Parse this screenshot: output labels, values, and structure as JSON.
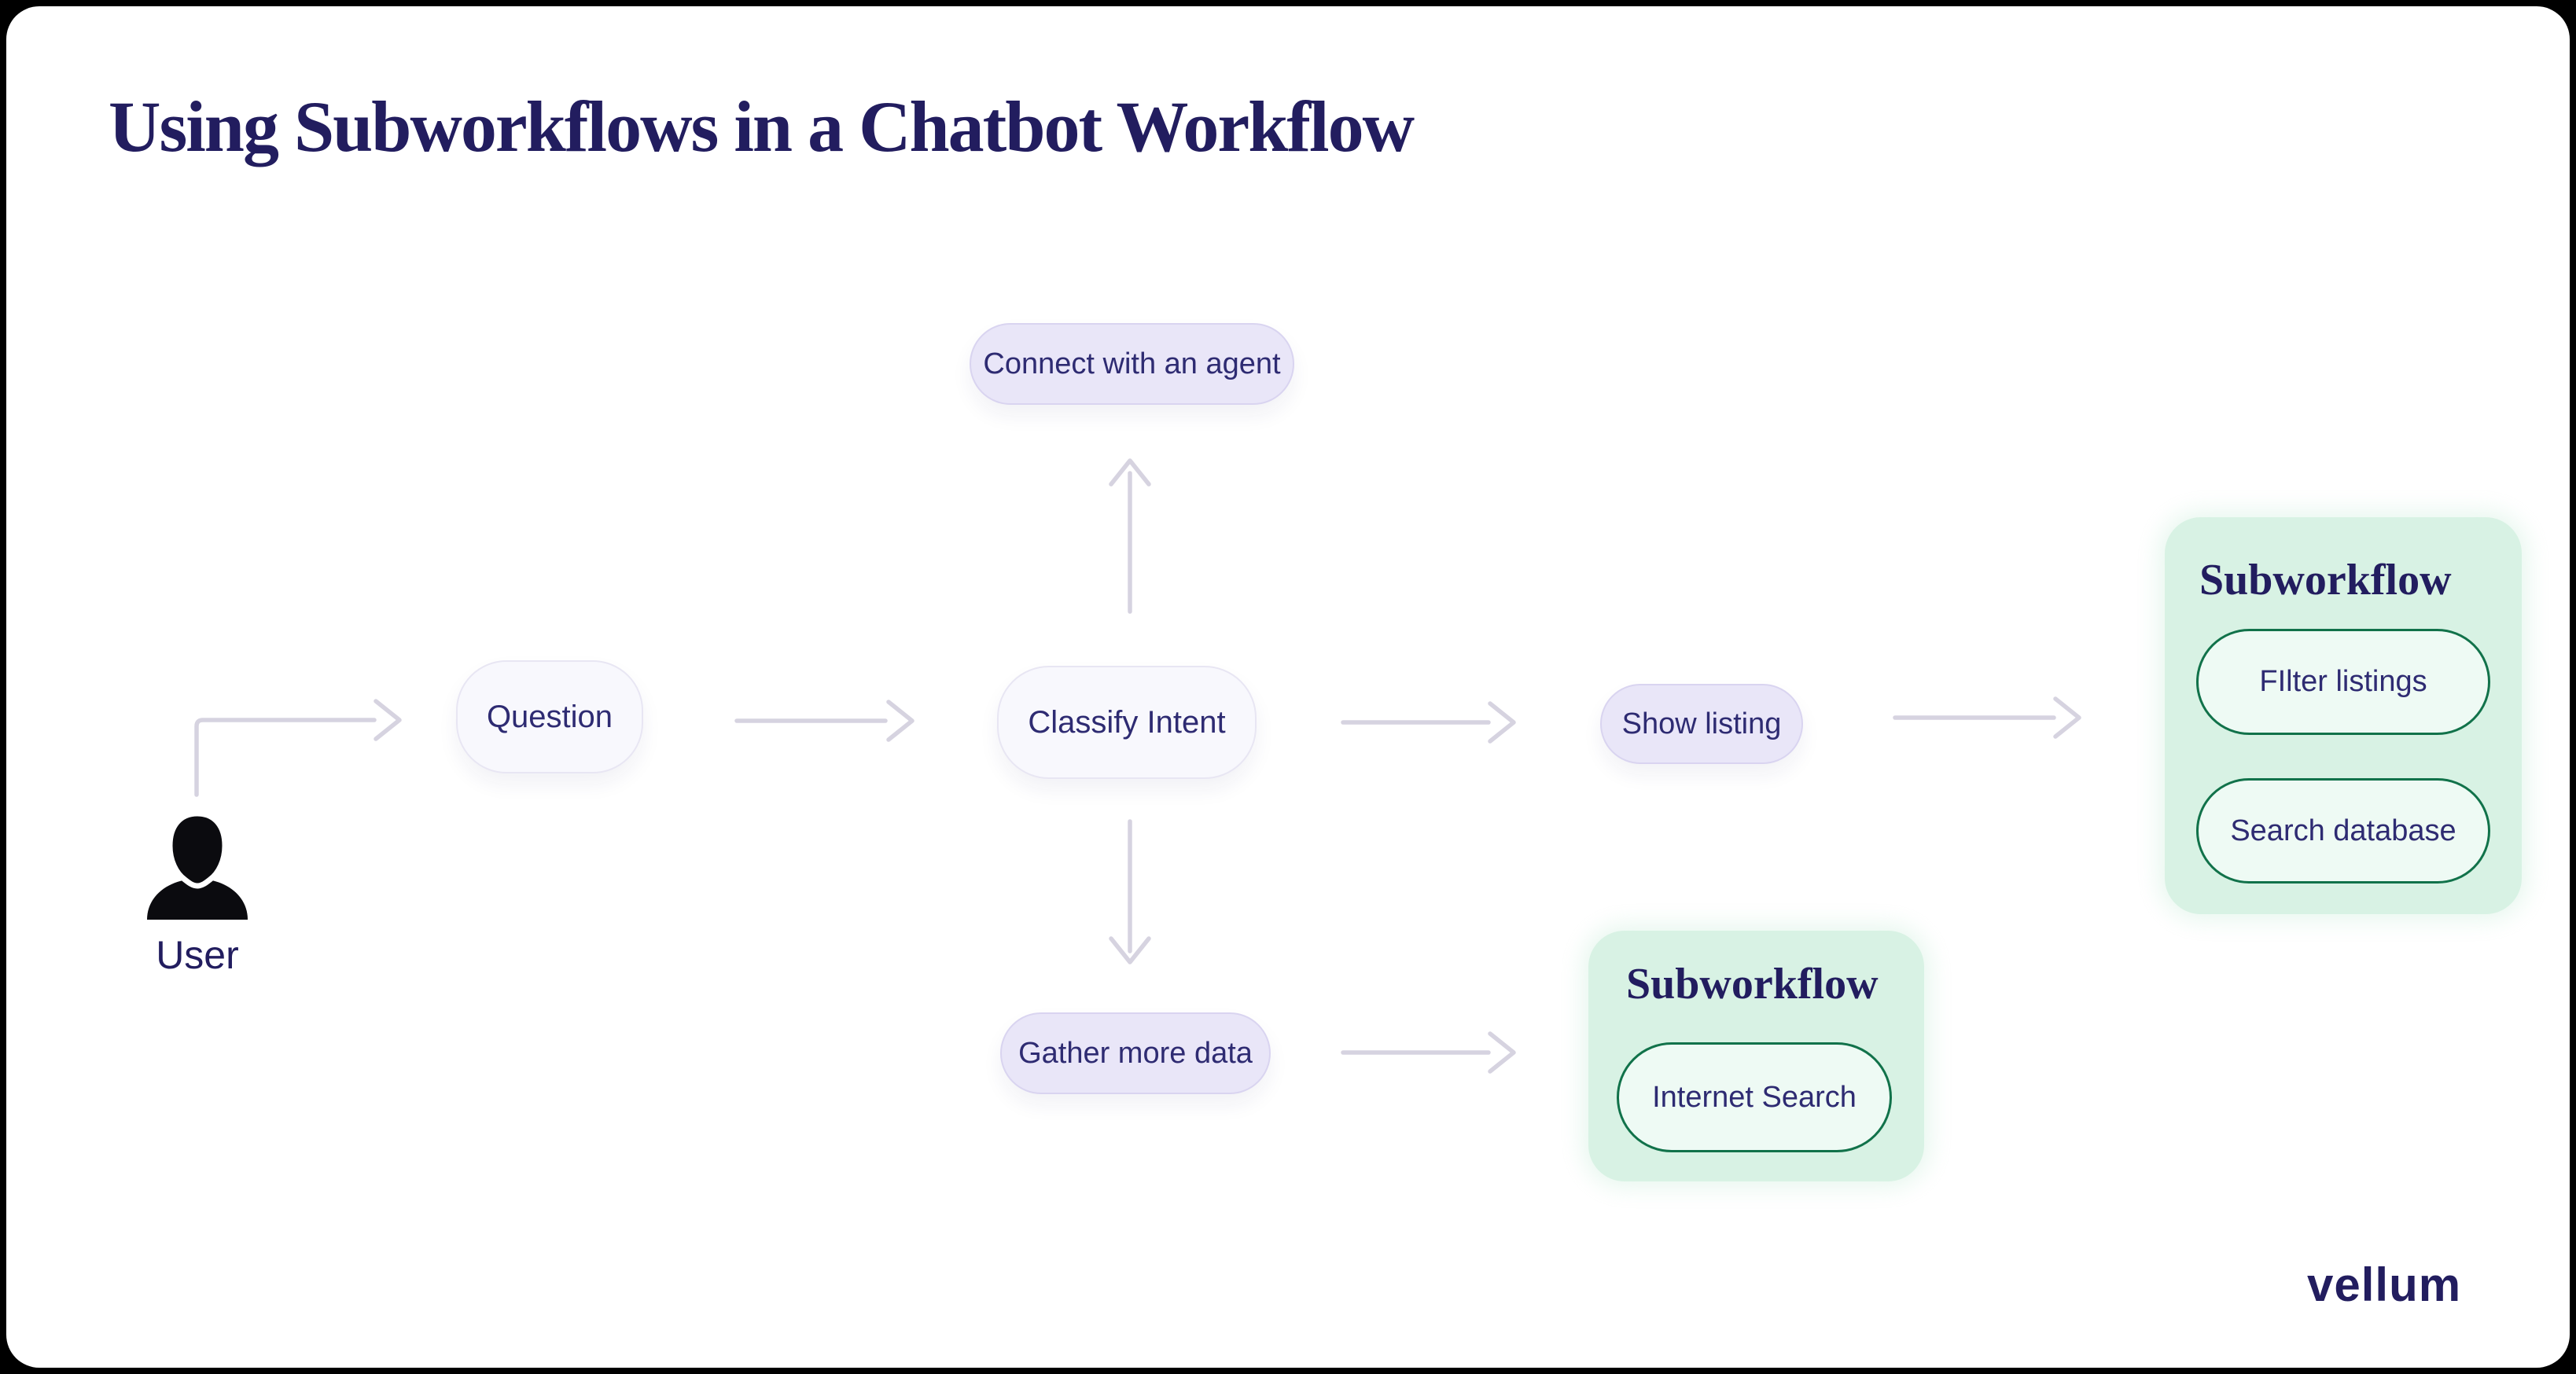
{
  "page": {
    "title": "Using Subworkflows in a Chatbot Workflow"
  },
  "actor": {
    "label": "User",
    "icon": "person-silhouette-icon"
  },
  "nodes": {
    "connect_agent": {
      "label": "Connect with an agent",
      "variant": "lavender"
    },
    "question": {
      "label": "Question",
      "variant": "white"
    },
    "classify_intent": {
      "label": "Classify Intent",
      "variant": "white"
    },
    "show_listing": {
      "label": "Show listing",
      "variant": "lavender"
    },
    "gather_more_data": {
      "label": "Gather more data",
      "variant": "lavender"
    }
  },
  "subworkflows": [
    {
      "title": "Subworkflow",
      "steps": [
        "FIlter listings",
        "Search database"
      ]
    },
    {
      "title": "Subworkflow",
      "steps": [
        "Internet Search"
      ]
    }
  ],
  "edges": [
    "user -> question",
    "question -> classify_intent",
    "classify_intent -> connect_agent",
    "classify_intent -> show_listing",
    "classify_intent -> gather_more_data",
    "show_listing -> subworkflow_listings",
    "gather_more_data -> subworkflow_internet"
  ],
  "footer": {
    "logo": "vellum"
  },
  "colors": {
    "ink": "#221d5f",
    "label_ink": "#2e2b72",
    "lavender_fill": "#e9e6f8",
    "lavender_border": "#d9d4f0",
    "white_fill": "#f8f8fd",
    "white_border": "#e8e6f3",
    "panel_green": "#d8f2e4",
    "pill_green_fill": "#eefaf4",
    "pill_green_border": "#11724a",
    "arrow": "#d6d3e0",
    "icon_black": "#0b0b0f"
  }
}
